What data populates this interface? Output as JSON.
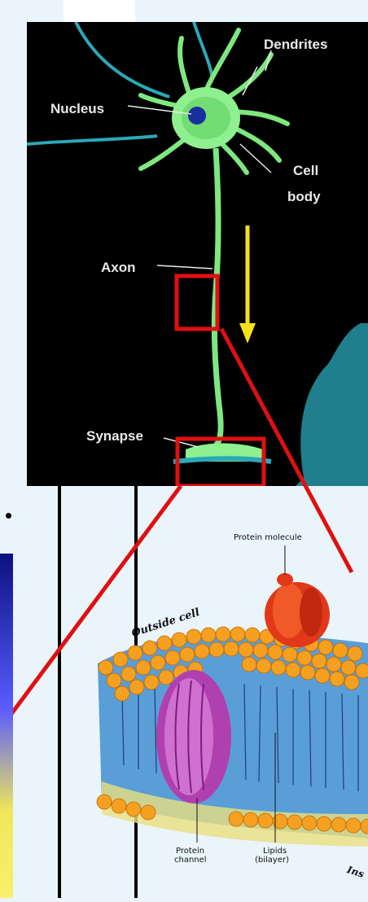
{
  "neuron": {
    "labels": {
      "dendrites": "Dendrites",
      "nucleus": "Nucleus",
      "cell_body_line1": "Cell",
      "cell_body_line2": "body",
      "axon": "Axon",
      "synapse": "Synapse"
    },
    "colors": {
      "background": "#000000",
      "neuron": "#8ef08e",
      "nerve": "#2aa8b8",
      "arrow": "#f5e11a",
      "zoom_box": "#e01010"
    }
  },
  "membrane": {
    "labels": {
      "protein_molecule": "Protein molecule",
      "outside_cell": "Outside cell",
      "protein_channel_line1": "Protein",
      "protein_channel_line2": "channel",
      "lipids_line1": "Lipids",
      "lipids_line2": "(bilayer)",
      "inside_fragment": "Ins"
    },
    "colors": {
      "lipid_head": "#f5a020",
      "channel": "#b040b0",
      "protein": "#e03818",
      "tail_region": "#5a9ed8"
    }
  },
  "bullet": "•"
}
